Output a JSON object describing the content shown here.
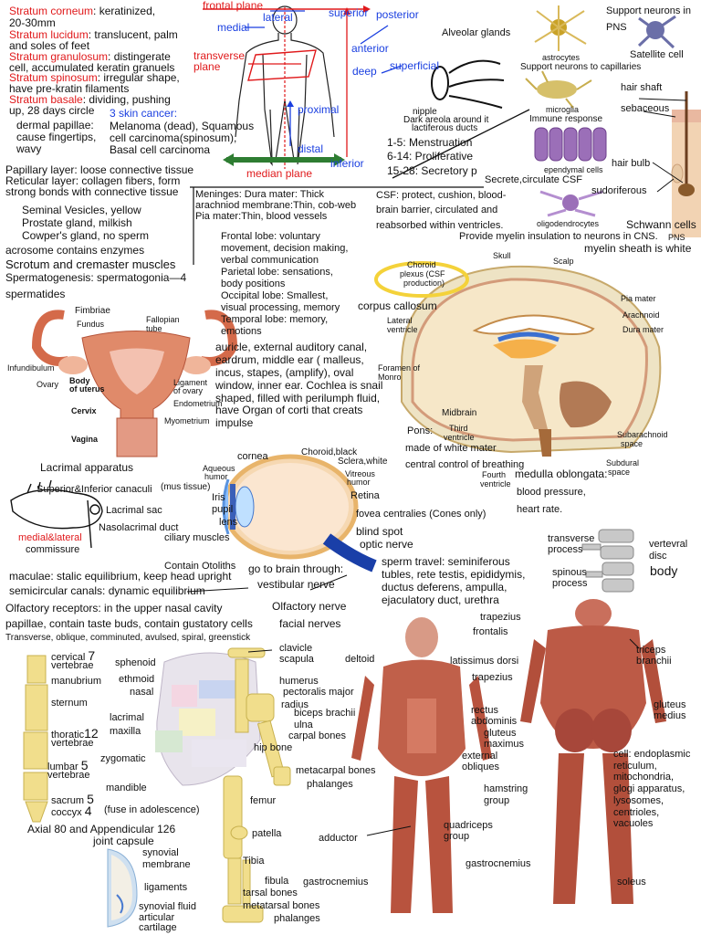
{
  "skin": {
    "layers": [
      {
        "name": "Stratum corneum",
        "desc": ": keratinized,"
      },
      {
        "name": "",
        "desc": "20-30mm"
      },
      {
        "name": "Stratum lucidum",
        "desc": ": translucent, palm"
      },
      {
        "name": "",
        "desc": "and soles of feet"
      },
      {
        "name": "Stratum granulosum",
        "desc": ": distingerate"
      },
      {
        "name": "",
        "desc": "cell, accumulated keratin granuels"
      },
      {
        "name": "Stratum spinosum",
        "desc": ": irregular shape,"
      },
      {
        "name": "",
        "desc": "have pre-kratin filaments"
      },
      {
        "name": "Stratum basale",
        "desc": ": dividing, pushing"
      },
      {
        "name": "",
        "desc": "up, 28 days circle"
      }
    ],
    "papillae": [
      "dermal papillae:",
      "cause fingertips,",
      "wavy"
    ],
    "cancer_title": "3 skin cancer:",
    "cancer": [
      "Melanoma (dead), Squamous",
      "cell carcinoma(spinosum),",
      "Basal cell carcinoma"
    ],
    "dermis": [
      "Papillary layer: loose connective tissue",
      "Reticular layer: collagen fibers, form",
      "strong bonds with connective tissue"
    ]
  },
  "planes": {
    "frontal": "frontal plane",
    "lateral": "lateral",
    "medial": "medial",
    "transverse": [
      "transverse",
      "plane"
    ],
    "superior": "superior",
    "posterior": "posterior",
    "anterior": "anterior",
    "deep": "deep",
    "superficial": "superficial",
    "proximal": "proximal",
    "distal": "distal",
    "inferior": "inferior",
    "median": "median plane"
  },
  "breast": {
    "alveolar": "Alveolar glands",
    "nipple": "nipple",
    "areola": [
      "Dark areola around it",
      "lactiferous ducts"
    ],
    "cycle": [
      "1-5: Menstruation",
      "6-14: Proliferative",
      "15-28: Secretory p"
    ]
  },
  "neuroglia": {
    "astrocytes": "astrocytes",
    "support_cap": "Support neurons to capillaries",
    "microglia": "microglia",
    "immune": "Immune response",
    "ependymal": "ependymal cells",
    "secrete": "Secrete,circulate CSF",
    "oligo": "oligodendrocytes",
    "myelin_cns": "Provide myelin insulation to neurons in CNS.",
    "support_pns": [
      "Support neurons in",
      "PNS"
    ],
    "satellite": "Satellite cell",
    "schwann": [
      "Schwann cells",
      "PNS"
    ],
    "myelin_white": "myelin sheath is white"
  },
  "hair": {
    "shaft": "hair shaft",
    "sebaceous": "sebaceous",
    "bulb": "hair bulb",
    "sudoriferous": "sudoriferous"
  },
  "male": [
    "Seminal Vesicles, yellow",
    "Prostate gland, milkish",
    "Cowper's gland, no sperm",
    "acrosome contains enzymes"
  ],
  "scrotum": "Scrotum and cremaster muscles",
  "spermatogenesis": [
    "Spermatogenesis: spermatogonia—4",
    "spermatides"
  ],
  "meninges": [
    "Meninges: Dura mater: Thick",
    "arachniod membrane:Thin, cob-web",
    "Pia mater:Thin, blood vessels"
  ],
  "csf": [
    "CSF: protect, cushion, blood-",
    "brain barrier, circulated and",
    "reabsorbed within ventricles."
  ],
  "lobes": [
    "Frontal lobe: voluntary",
    "movement, decision making,",
    "verbal communication",
    "Parietal lobe: sensations,",
    "body positions",
    "Occipital lobe: Smallest,",
    "visual processing, memory",
    "Temporal lobe: memory,",
    "emotions"
  ],
  "ear": [
    "auricle, external auditory canal,",
    "eardrum, middle ear ( malleus,",
    "incus, stapes, (amplify), oval",
    "window, inner ear. Cochlea is snail",
    "shaped, filled with perilumph fluid,",
    "have Organ of corti that creats",
    "impulse"
  ],
  "uterus": {
    "fimbriae": "Fimbriae",
    "fundus": "Fundus",
    "fallopian": [
      "Fallopian",
      "tube"
    ],
    "infundibulum": "Infundibulum",
    "ovary": "Ovary",
    "body": [
      "Body",
      "of uterus"
    ],
    "ligament": [
      "Ligament",
      "of ovary"
    ],
    "endometrium": "Endometrium",
    "myometrium": "Myometrium",
    "cervix": "Cervix",
    "vagina": "Vagina"
  },
  "brain": {
    "skull": "Skull",
    "scalp": "Scalp",
    "choroid": [
      "Choroid",
      "plexus (CSF",
      "production)"
    ],
    "pia": "Pia mater",
    "arachnoid": "Arachnoid",
    "dura": "Dura mater",
    "corpus": "corpus callosum",
    "lateral": [
      "Lateral",
      "ventricle"
    ],
    "foramen": [
      "Foramen of",
      "Monro"
    ],
    "midbrain": "Midbrain",
    "third": [
      "Third",
      "ventricle"
    ],
    "pons": [
      "Pons:",
      "made of white mater"
    ],
    "breathing": "central control of breathing",
    "fourth": [
      "Fourth",
      "ventricle"
    ],
    "subarachnoid": [
      "Subarachnoid",
      "space"
    ],
    "subdural": [
      "Subdural",
      "space"
    ],
    "medulla": [
      "medulla oblongata:",
      "blood pressure,",
      "heart rate."
    ]
  },
  "lacrimal": {
    "title": "Lacrimal apparatus",
    "canaculi": "Superior&Inferior canaculi",
    "sac": "Lacrimal sac",
    "duct": "Nasolacrimal duct",
    "medial": [
      "medial&lateral",
      "commissure"
    ],
    "gland": "ciliary muscles"
  },
  "eye": {
    "cornea": "cornea",
    "choroid": "Choroid,black",
    "sclera": "Sclera,white",
    "aqueous": [
      "Aqueous",
      "humor"
    ],
    "vitreous": [
      "Vitreous",
      "humor"
    ],
    "mus": "(mus tissue)",
    "iris": "Iris",
    "pupil": "pupil",
    "lens": "lens",
    "retina": "Retina",
    "fovea": "fovea centralies (Cones only)",
    "blind": "blind spot",
    "optic": "optic nerve"
  },
  "senses": {
    "otoliths": "Contain Otoliths",
    "maculae": "maculae: stalic equilibrium, keep head upright",
    "canals": "semicircular canals: dynamic equilibrium",
    "brain": "go to brain through:",
    "vestibular": "vestibular nerve",
    "olfactory": "Olfactory receptors: in the upper nasal cavity",
    "olf_nerve": "Olfactory nerve",
    "papillae": "papillae, contain taste buds, contain gustatory cells",
    "facial": "facial nerves",
    "fractures": "Transverse, oblique, comminuted, avulsed, spiral, greenstick"
  },
  "sperm": [
    "sperm travel: seminiferous",
    "tubles, rete testis, epididymis,",
    "ductus deferens, ampulla,",
    "ejaculatory duct, urethra"
  ],
  "vertebra": {
    "transverse": [
      "transverse",
      "process"
    ],
    "disc": [
      "vertevral",
      "disc"
    ],
    "spinous": [
      "spinous",
      "process"
    ],
    "body": "body"
  },
  "spine": {
    "cervical": "cervical",
    "cervical_n": "7",
    "vertebrae": "vertebrae",
    "manubrium": "manubrium",
    "sternum": "sternum",
    "thoratic": "thoratic",
    "thoratic_n": "12",
    "lumbar": "lumbar",
    "lumbar_n": "5",
    "sacrum": "sacrum",
    "sacrum_n": "5",
    "coccyx": "coccyx",
    "coccyx_n": "4",
    "fuse": "(fuse in adolescence)",
    "axial": "Axial 80 and Appendicular 126",
    "joint": "joint capsule"
  },
  "skull": {
    "sphenoid": "sphenoid",
    "ethmoid": "ethmoid",
    "nasal": "nasal",
    "lacrimal": "lacrimal",
    "maxilla": "maxilla",
    "zygomatic": "zygomatic",
    "mandible": "mandible"
  },
  "arm": {
    "clavicle": "clavicle",
    "scapula": "scapula",
    "humerus": "humerus",
    "pectoralis": "pectoralis major",
    "radius": "radius",
    "biceps": "biceps brachii",
    "ulna": "ulna",
    "carpal": "carpal bones",
    "hip": "hip bone",
    "metacarpal": "metacarpal bones",
    "phalanges": "phalanges",
    "femur": "femur",
    "patella": "patella",
    "tibia": "Tibia",
    "fibula": "fibula",
    "tarsal": "tarsal bones",
    "metatarsal": "metatarsal bones",
    "phalanges2": "phalanges"
  },
  "joint": {
    "synovial": [
      "synovial",
      "membrane"
    ],
    "ligaments": "ligaments",
    "fluid": "synovial fluid",
    "articular": [
      "articular",
      "cartilage"
    ]
  },
  "muscles": {
    "trapezius": "trapezius",
    "frontalis": "frontalis",
    "deltoid": "deltoid",
    "latissimus": "latissimus dorsi",
    "trapezius2": "trapezius",
    "triceps": [
      "triceps",
      "branchii"
    ],
    "rectus": [
      "rectus",
      "abdominis"
    ],
    "gluteus_max": [
      "gluteus",
      "maximus"
    ],
    "gluteus_med": [
      "gluteus",
      "medius"
    ],
    "obliques": [
      "external",
      "obliques"
    ],
    "hamstring": [
      "hamstring",
      "group"
    ],
    "quadriceps": [
      "quadriceps",
      "group"
    ],
    "adductor": "adductor",
    "gastro": "gastrocnemius",
    "gastro2": "gastrocnemius",
    "soleus": "soleus"
  },
  "cell": [
    "cell: endoplasmic",
    "reticulum,",
    "mitochondria,",
    "glogi apparatus,",
    "lysosomes,",
    "centrioles,",
    "vacuoles"
  ]
}
